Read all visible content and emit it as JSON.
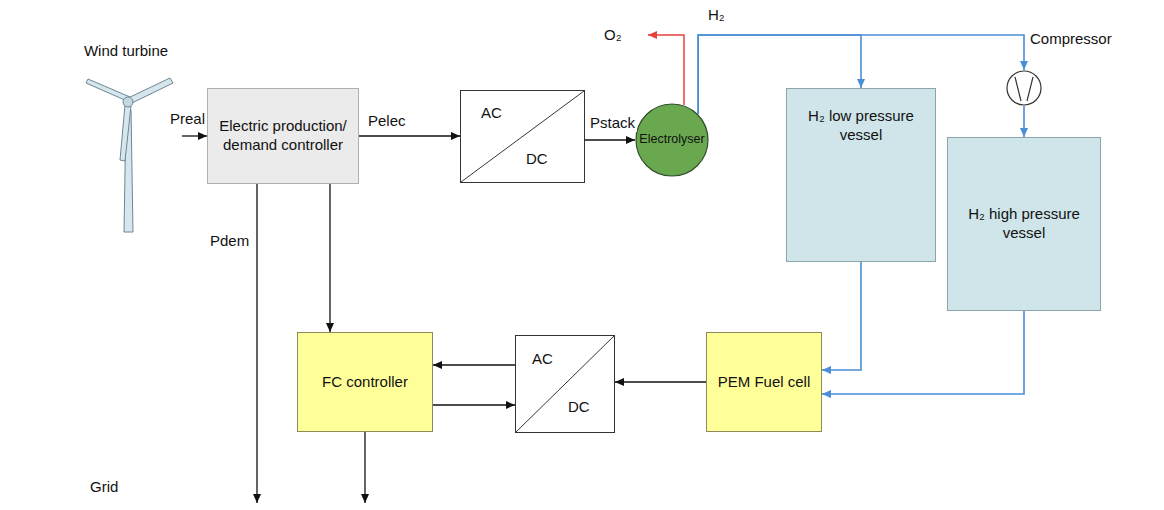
{
  "diagram": {
    "nodes": [
      {
        "text": [
          "Wind turbine"
        ]
      },
      {
        "text": [
          "Electric production/ demand controller"
        ]
      },
      {
        "text": [
          "AC",
          "DC"
        ]
      },
      {
        "text": [
          "Electrolyser"
        ]
      },
      {
        "text": [
          "H₂ low pressure vessel"
        ]
      },
      {
        "text": [
          "Compressor"
        ]
      },
      {
        "text": [
          "H₂ high pressure vessel"
        ]
      },
      {
        "text": [
          "FC controller"
        ]
      },
      {
        "text": [
          "AC",
          "DC"
        ]
      },
      {
        "text": [
          "PEM Fuel cell"
        ]
      }
    ],
    "edges": [
      {
        "from": 0,
        "to": 1,
        "arrow": "to",
        "label": "Preal"
      },
      {
        "from": 1,
        "to": 2,
        "arrow": "to",
        "label": "Pelec"
      },
      {
        "from": 2,
        "to": 3,
        "arrow": "to",
        "label": "Pstack"
      },
      {
        "from": 3,
        "to": 4,
        "arrow": "to"
      },
      {
        "from": 3,
        "to": 5,
        "arrow": "to",
        "label": "H₂"
      },
      {
        "from": 5,
        "to": 6,
        "arrow": "to"
      },
      {
        "from": 4,
        "to": 9,
        "arrow": "to"
      },
      {
        "from": 6,
        "to": 9,
        "arrow": "to"
      },
      {
        "from": 9,
        "to": 8,
        "arrow": "to"
      },
      {
        "from": 8,
        "to": 7,
        "arrow": "to"
      },
      {
        "from": 7,
        "to": 8,
        "arrow": "to"
      },
      {
        "from": 1,
        "to": 7,
        "arrow": "to"
      }
    ],
    "labels": [
      "O₂",
      "Pdem",
      "Grid"
    ]
  }
}
